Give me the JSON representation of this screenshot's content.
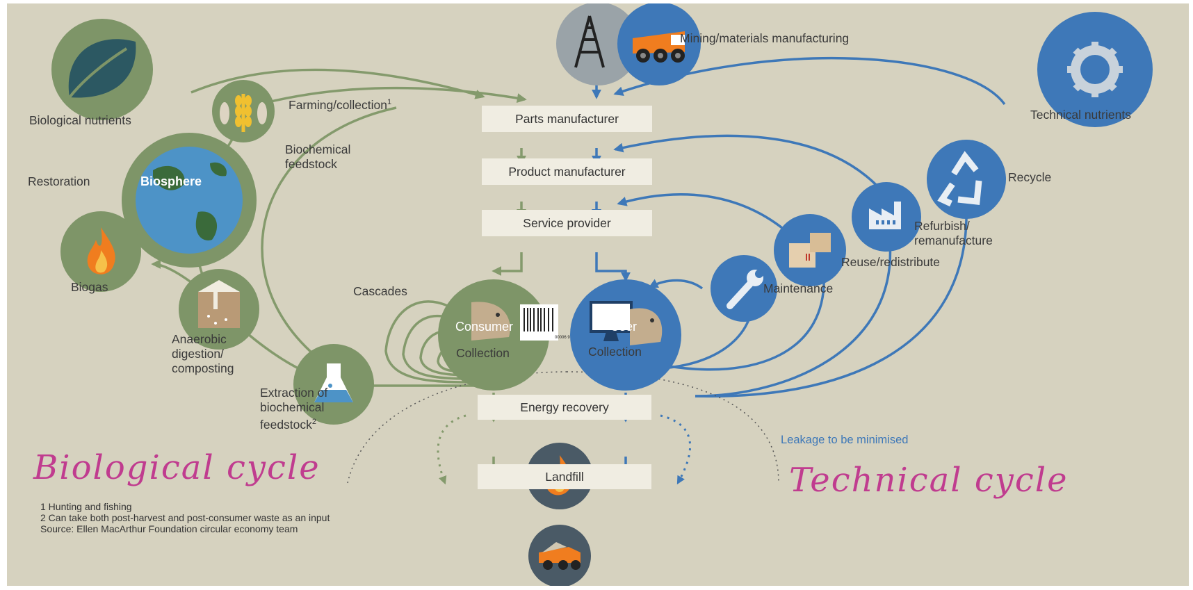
{
  "mining_label": "Mining/materials manufacturing",
  "biological_nutrients": "Biological nutrients",
  "technical_nutrients": "Technical nutrients",
  "farming_label": "Farming/collection",
  "farming_sup": "1",
  "biochemical_feedstock": "Biochemical feedstock",
  "restoration": "Restoration",
  "biosphere": "Biosphere",
  "biogas": "Biogas",
  "anaerobic": "Anaerobic digestion/ composting",
  "extraction": "Extraction of biochemical feedstock",
  "extraction_sup": "2",
  "cascades": "Cascades",
  "consumer": "Consumer",
  "user": "User",
  "collection_left": "Collection",
  "collection_right": "Collection",
  "boxes": {
    "parts": "Parts manufacturer",
    "product": "Product manufacturer",
    "service": "Service provider",
    "energy": "Energy recovery",
    "landfill": "Landfill"
  },
  "recycle": "Recycle",
  "refurbish": "Refurbish/ remanufacture",
  "reuse": "Reuse/redistribute",
  "maintenance": "Maintenance",
  "leakage": "Leakage to be minimised",
  "biological_cycle": "Biological cycle",
  "technical_cycle": "Technical cycle",
  "barcode_number": "00006 9",
  "footnotes": [
    "1 Hunting and fishing",
    "2 Can take both post-harvest and post-consumer waste as an input",
    "Source: Ellen MacArthur Foundation circular economy team"
  ],
  "colors": {
    "background": "#d6d2bf",
    "green": "#849a6c",
    "blue": "#3e78b8",
    "box_fill": "#f0ede2",
    "handwriting": "#c03c8f"
  }
}
